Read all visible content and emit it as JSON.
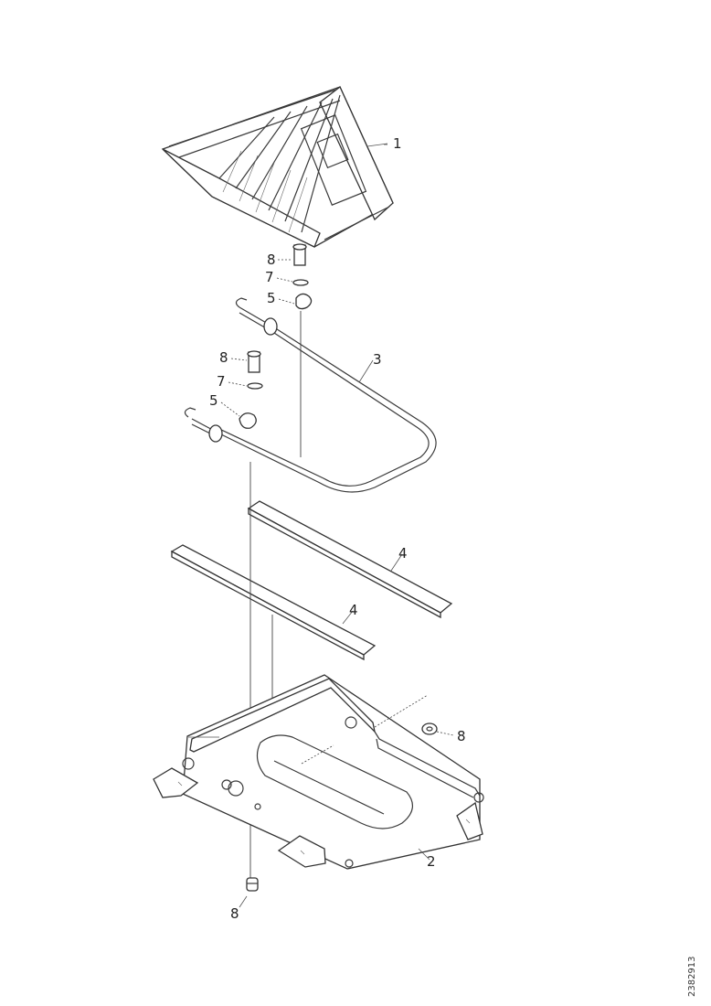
{
  "callouts": {
    "battery": "1",
    "tray": "2",
    "hold_down_frame": "3",
    "strip_upper": "4",
    "strip_lower": "4",
    "clamp_upper": "5",
    "clamp_lower": "5",
    "washer_upper": "7",
    "washer_lower": "7",
    "bolt_upper": "8",
    "bolt_lower": "8",
    "nut_right": "8",
    "nut_bottom": "8"
  },
  "document_id": "2382913"
}
